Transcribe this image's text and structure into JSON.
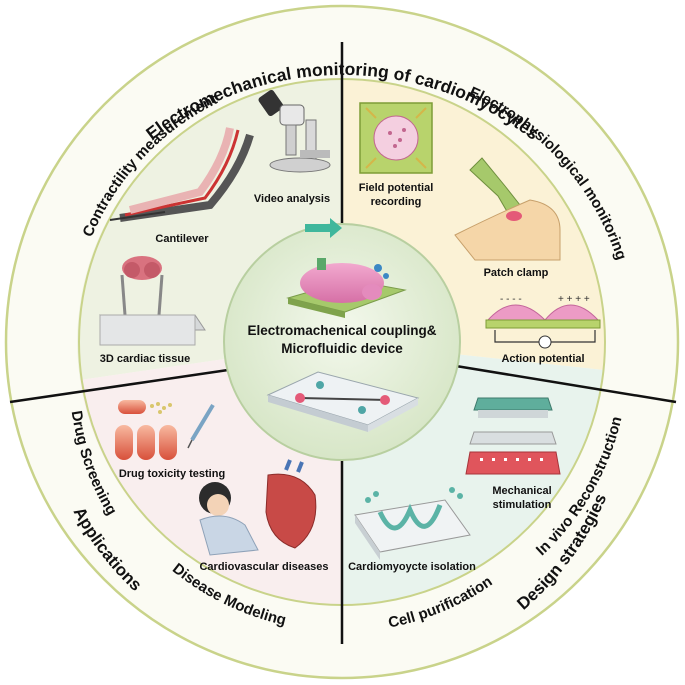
{
  "outer_ring": {
    "top_title": "Electromechanical monitoring of cardiomyocytes",
    "left_bottom": "Applications",
    "right_bottom": "Design strategies"
  },
  "middle_ring": {
    "contractility": "Contractility measurement",
    "electrophysiological": "Electrophysiological monitoring",
    "drug_screening": "Drug Screening",
    "disease_modeling": "Disease Modeling",
    "cell_purification": "Cell purification",
    "in_vivo": "In vivo Reconstruction"
  },
  "center": {
    "line1": "Electromachenical coupling&",
    "line2": "Microfluidic device"
  },
  "labels": {
    "video_analysis": "Video analysis",
    "cantilever": "Cantilever",
    "cardiac_tissue": "3D cardiac tissue",
    "field_potential_1": "Field potential",
    "field_potential_2": "recording",
    "patch_clamp": "Patch clamp",
    "action_potential": "Action potential",
    "drug_toxicity": "Drug toxicity testing",
    "cardiovascular": "Cardiovascular diseases",
    "mechanical_1": "Mechanical",
    "mechanical_2": "stimulation",
    "isolation": "Cardiomyoycte isolation"
  },
  "colors": {
    "ring_fill": "#fbfbf3",
    "ring_stroke": "#c9d38a",
    "q_top_left": "#eef2e2",
    "q_top_right": "#fbf2d6",
    "q_bottom_left": "#f9eeee",
    "q_bottom_right": "#e8f3ed",
    "center_fill": "#e3eed8",
    "divider": "#111111"
  }
}
